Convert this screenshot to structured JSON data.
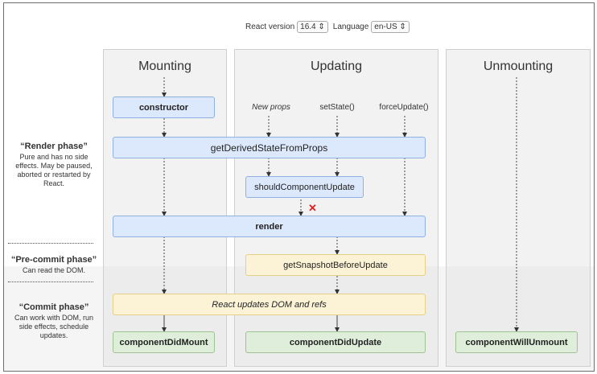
{
  "header": {
    "react_version_label": "React version",
    "react_version_value": "16.4 ⇕",
    "language_label": "Language",
    "language_value": "en-US ⇕"
  },
  "columns": {
    "mounting": "Mounting",
    "updating": "Updating",
    "unmounting": "Unmounting"
  },
  "triggers": {
    "new_props": "New props",
    "set_state": "setState()",
    "force_update": "forceUpdate()"
  },
  "methods": {
    "constructor": "constructor",
    "get_derived": "getDerivedStateFromProps",
    "should_update": "shouldComponentUpdate",
    "render": "render",
    "snapshot": "getSnapshotBeforeUpdate",
    "dom_update": "React updates DOM and refs",
    "did_mount": "componentDidMount",
    "did_update": "componentDidUpdate",
    "will_unmount": "componentWillUnmount"
  },
  "phases": {
    "render": {
      "title": "“Render phase”",
      "description": "Pure and has no side effects. May be paused, aborted or restarted by React."
    },
    "precommit": {
      "title": "“Pre-commit phase”",
      "description": "Can read the DOM."
    },
    "commit": {
      "title": "“Commit phase”",
      "description": "Can work with DOM, run side effects, schedule updates."
    }
  },
  "colors": {
    "render_box": "#dce8fb",
    "precommit_box": "#fcf3d7",
    "commit_box": "#dfeeda",
    "cancel_mark": "#e02020"
  },
  "icons": {
    "cancel": "x-icon"
  }
}
